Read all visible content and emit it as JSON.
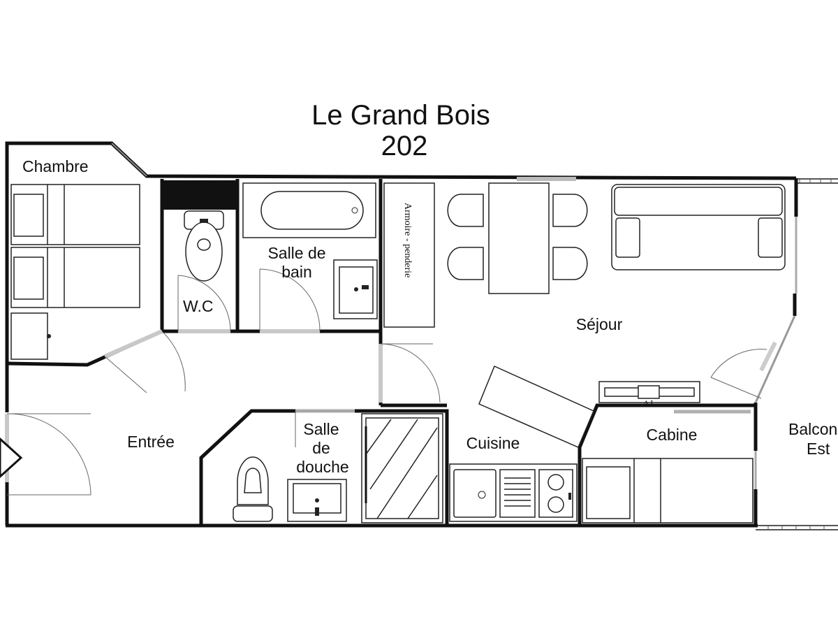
{
  "title": {
    "line1": "Le Grand Bois",
    "line2": "202"
  },
  "rooms": {
    "chambre": "Chambre",
    "wc": "W.C",
    "salle_de_bain_1": "Salle de",
    "salle_de_bain_2": "bain",
    "armoire": "Armoire - penderie",
    "sejour": "Séjour",
    "entree": "Entrée",
    "salle_de_douche_1": "Salle",
    "salle_de_douche_2": "de",
    "salle_de_douche_3": "douche",
    "cuisine": "Cuisine",
    "cabine": "Cabine",
    "balcon_1": "Balcon",
    "balcon_2": "Est",
    "tv": "TV"
  },
  "colors": {
    "wall": "#111111",
    "opening": "#c8c8c8",
    "background": "#ffffff"
  }
}
